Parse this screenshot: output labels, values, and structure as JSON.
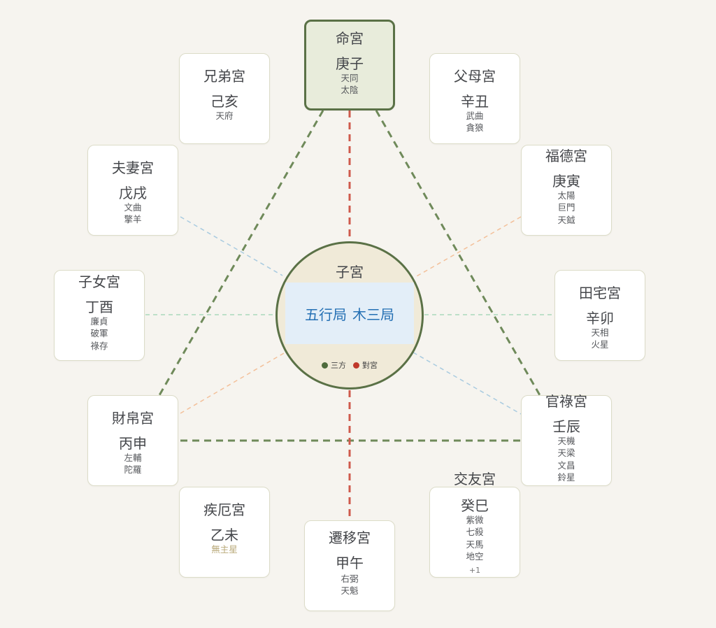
{
  "center": {
    "title": "子宮",
    "bureau_label": "五行局",
    "bureau_value": "木三局",
    "legend": [
      {
        "label": "三方",
        "color": "#4e6b3c"
      },
      {
        "label": "對宮",
        "color": "#c0392b"
      }
    ]
  },
  "palaces": [
    {
      "id": "ming",
      "name": "命宮",
      "ganzhi": "庚子",
      "stars": [
        "天同",
        "太陰"
      ],
      "highlight": true
    },
    {
      "id": "fumu",
      "name": "父母宮",
      "ganzhi": "辛丑",
      "stars": [
        "武曲",
        "貪狼"
      ]
    },
    {
      "id": "fude",
      "name": "福德宮",
      "ganzhi": "庚寅",
      "stars": [
        "太陽",
        "巨門",
        "天鉞"
      ]
    },
    {
      "id": "tianzhai",
      "name": "田宅宮",
      "ganzhi": "辛卯",
      "stars": [
        "天相",
        "火星"
      ]
    },
    {
      "id": "guanlu",
      "name": "官祿宮",
      "ganzhi": "壬辰",
      "stars": [
        "天機",
        "天梁",
        "文昌",
        "鈴星"
      ]
    },
    {
      "id": "jiaoyou",
      "name": "交友宮",
      "ganzhi": "癸巳",
      "stars": [
        "紫微",
        "七殺",
        "天馬",
        "地空"
      ],
      "more": "+1"
    },
    {
      "id": "qianyi",
      "name": "遷移宮",
      "ganzhi": "甲午",
      "stars": [
        "右弼",
        "天魁"
      ]
    },
    {
      "id": "jie",
      "name": "疾厄宮",
      "ganzhi": "乙未",
      "stars": [],
      "empty_label": "無主星"
    },
    {
      "id": "caibo",
      "name": "財帛宮",
      "ganzhi": "丙申",
      "stars": [
        "左輔",
        "陀羅"
      ]
    },
    {
      "id": "zinu",
      "name": "子女宮",
      "ganzhi": "丁酉",
      "stars": [
        "廉貞",
        "破軍",
        "祿存"
      ]
    },
    {
      "id": "fuqi",
      "name": "夫妻宮",
      "ganzhi": "戊戌",
      "stars": [
        "文曲",
        "擎羊"
      ]
    },
    {
      "id": "xiongdi",
      "name": "兄弟宮",
      "ganzhi": "己亥",
      "stars": [
        "天府"
      ]
    }
  ],
  "colors": {
    "sanfang": "#6f8a5a",
    "duigong": "#cf5a4c",
    "axis_blue": "#a9cbe0",
    "axis_orange": "#f3c09a",
    "axis_green": "#a8d8bc",
    "self_border": "#5a7146",
    "self_fill": "#e8ecdb"
  }
}
